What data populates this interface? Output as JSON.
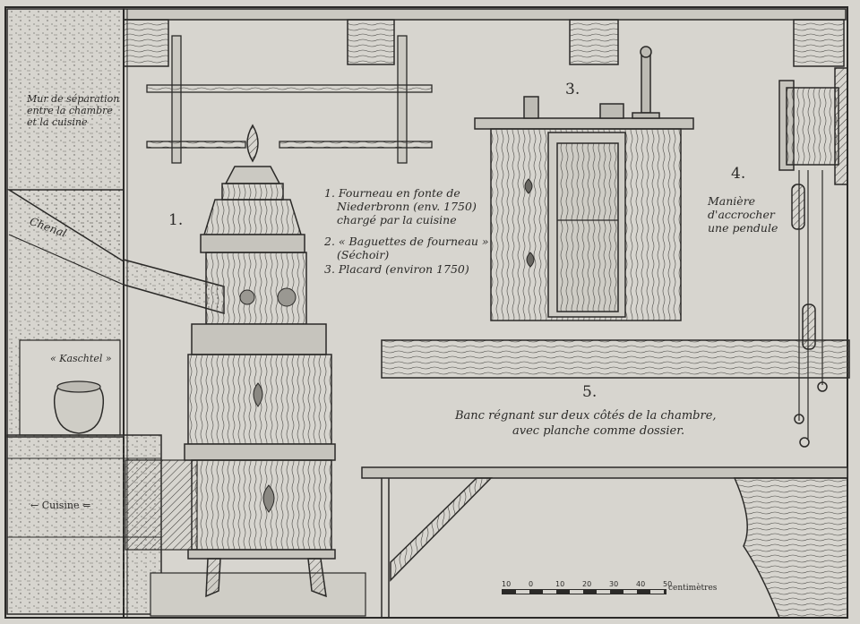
{
  "plate": {
    "wall_label_1": "Mur de séparation",
    "wall_label_2": "entre la chambre",
    "wall_label_3": "et la cuisine",
    "chenal_label": "Chenal",
    "kaschtel_label": "« Kaschtel »",
    "cuisine_label": "← Cuisine ⇐",
    "numbers": {
      "n1": "1.",
      "n3": "3.",
      "n4": "4.",
      "n5": "5."
    },
    "legend": {
      "item1_line1": "1. Fourneau en fonte de",
      "item1_line2": "Niederbronn (env. 1750)",
      "item1_line3": "chargé par la cuisine",
      "item2_line1": "2. « Baguettes de fourneau »",
      "item2_line2": "(Séchoir)",
      "item3_line1": "3. Placard (environ 1750)"
    },
    "pendule_label_1": "Manière",
    "pendule_label_2": "d'accrocher",
    "pendule_label_3": "une pendule",
    "banc_label_1": "Banc régnant sur deux côtés de la chambre,",
    "banc_label_2": "avec planche comme dossier.",
    "scale": {
      "ticks": [
        "10",
        "0",
        "10",
        "20",
        "30",
        "40",
        "50"
      ],
      "unit": "centimètres"
    }
  },
  "colors": {
    "paper": "#d7d5cf",
    "ink": "#2b2a28"
  }
}
